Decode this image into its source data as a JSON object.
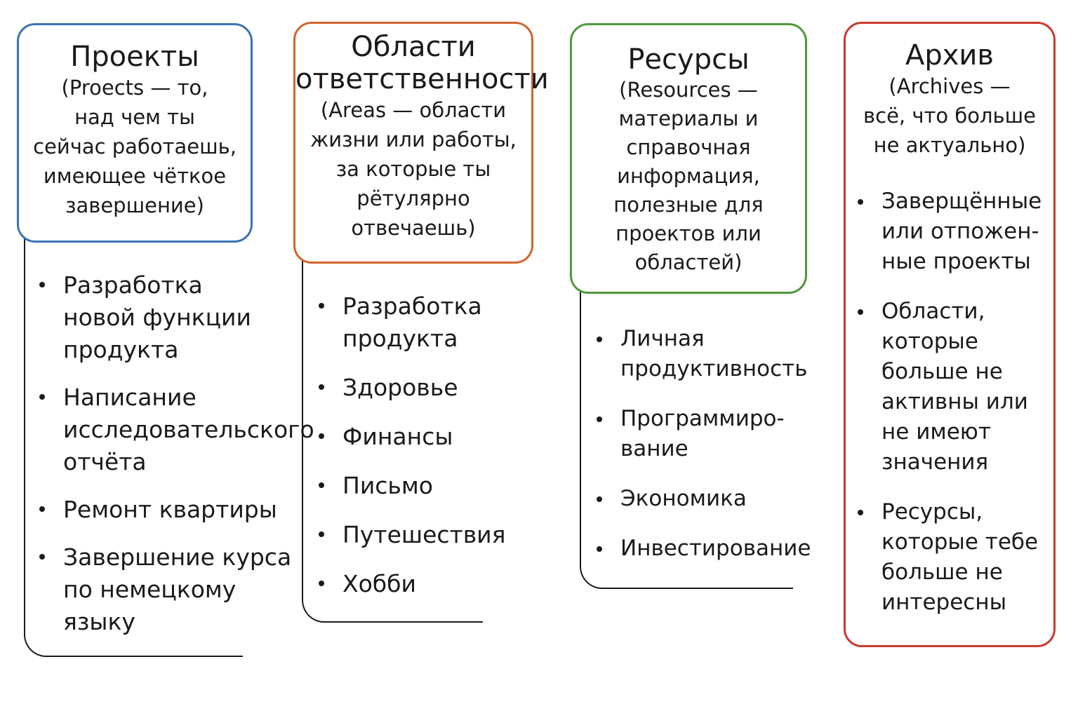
{
  "columns": [
    {
      "title": "Проекты",
      "description": "(Proects — то,\nнад чем ты\nсейчас работаешь,\nимеющее чёткое\nзавершение)",
      "color": "#3a72b8",
      "items": [
        "Разработка\nновой функции\nпродукта",
        "Написание\nисследовательского\nотчёта",
        "Ремонт квартиры",
        "Завершение курса\nпо немецкому\nязыку"
      ]
    },
    {
      "title": "Области\nответственности",
      "description": "(Areas — области\nжизни или работы,\nза которые ты\nрётулярно\nотвечаешь)",
      "color": "#d0652a",
      "items": [
        "Разработка\nпродукта",
        "Здоровье",
        "Финансы",
        "Письмо",
        "Путешествия",
        "Хобби"
      ]
    },
    {
      "title": "Ресурсы",
      "description": "(Resources —\nматериалы и\nсправочная\nинформация,\nполезные для\nпроектов или\nобластей)",
      "color": "#4c9a3a",
      "items": [
        "Личная\nпродуктивность",
        "Программиро-\nвание",
        "Экономика",
        "Инвестирование"
      ]
    },
    {
      "title": "Архив",
      "description": "(Archives —\nвсё, что больше\nне актуально)",
      "color": "#c9392e",
      "items": [
        "Заверщённые\nили отпожен-\nные проекты",
        "Области,\nкоторые\nбольше не\nактивны или\nне имеют\nзначения",
        "Ресурсы,\nкоторые тебе\nбольше не\nинтересны"
      ]
    }
  ]
}
